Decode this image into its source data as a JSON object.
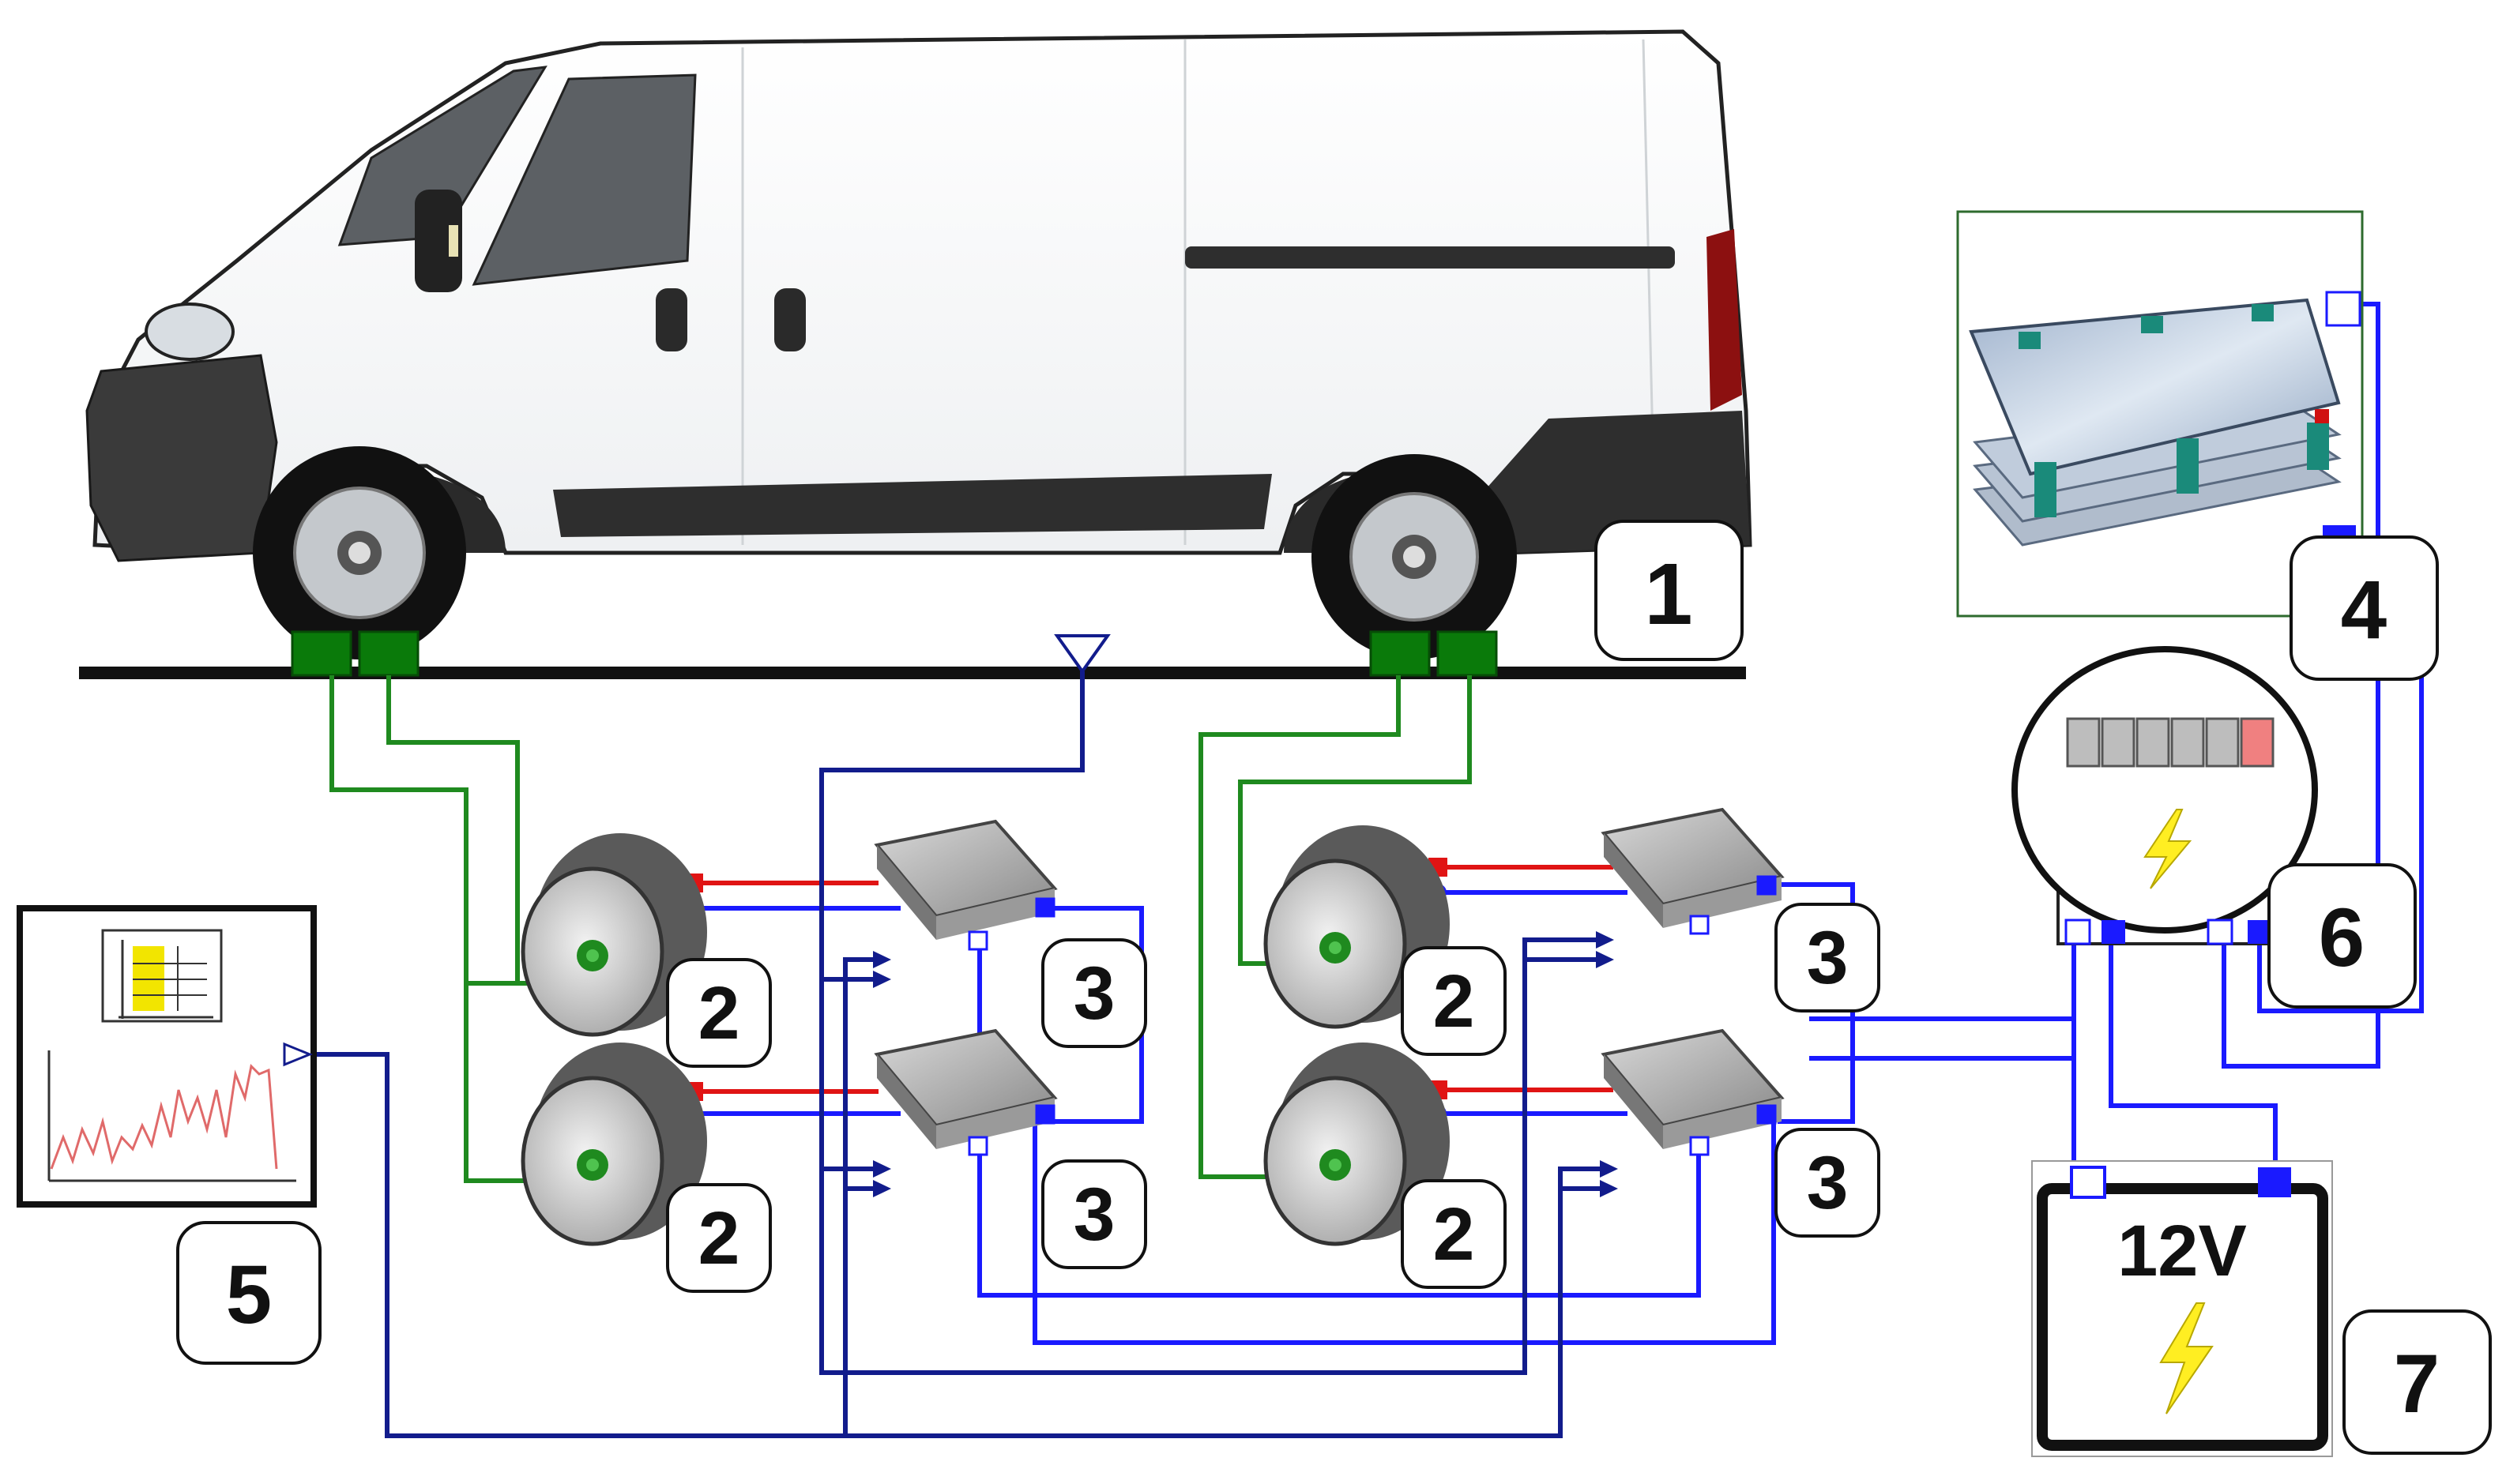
{
  "labels": {
    "vehicle": "1",
    "motor": "2",
    "inverter": "3",
    "battery_pack": "4",
    "data_source": "5",
    "control_unit": "6",
    "aux_battery": "7"
  },
  "aux_battery": {
    "voltage": "12V"
  },
  "colors": {
    "mechanical_link": "#1f8a1f",
    "wheel_contact": "#0a7a0a",
    "hv_positive": "#e01414",
    "hv_negative": "#1a1aff",
    "signal": "#121c8c",
    "power_12v": "#1a1aff",
    "battery_pack_frame": "#2e6b2e"
  },
  "icons": {
    "vehicle": "van-illustration",
    "motor": "electric-motor-icon",
    "inverter": "inverter-heatsink-icon",
    "battery_pack": "battery-pack-icon",
    "data_source": "drive-cycle-chart-icon",
    "control_unit": "battery-management-unit-icon",
    "aux_battery": "battery-12v-icon",
    "lightning": "lightning-icon"
  }
}
